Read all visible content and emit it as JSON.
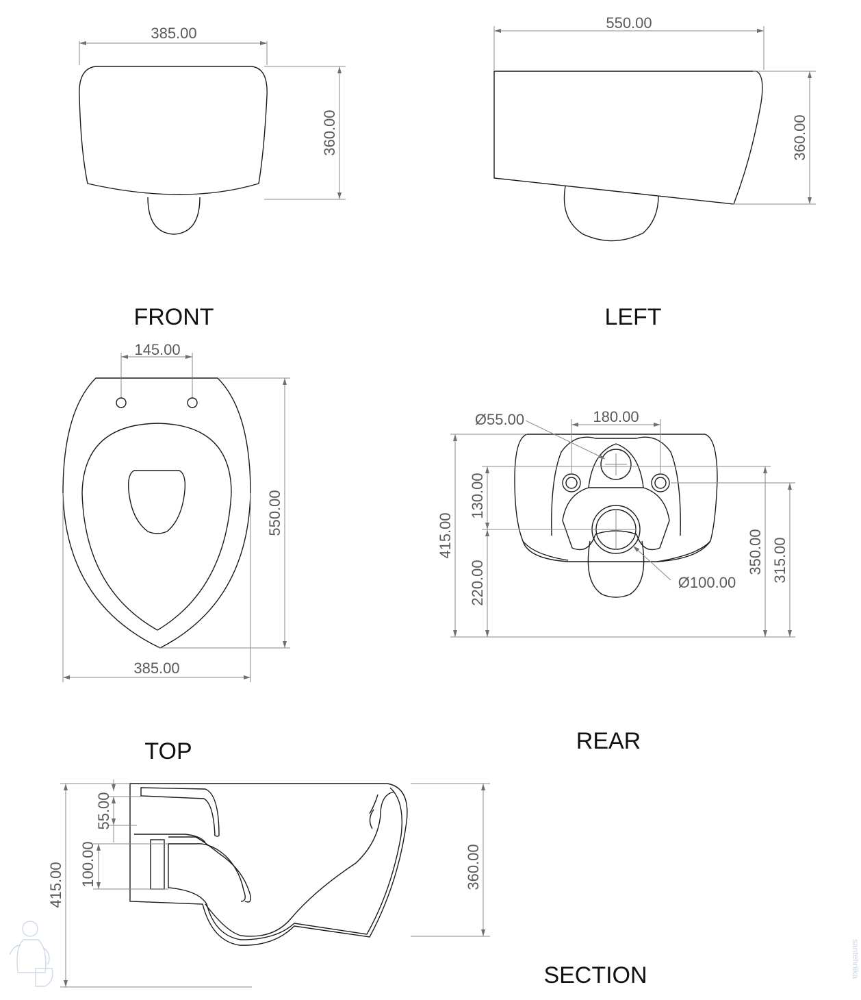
{
  "views": {
    "front": "FRONT",
    "left": "LEFT",
    "top": "TOP",
    "rear": "REAR",
    "section": "SECTION"
  },
  "dimensions": {
    "front_width": "385.00",
    "front_height": "360.00",
    "left_length": "550.00",
    "left_height": "360.00",
    "top_hole_spacing": "145.00",
    "top_length": "550.00",
    "top_width": "385.00",
    "rear_inlet_diameter": "Ø55.00",
    "rear_bolt_spacing": "180.00",
    "rear_inlet_to_outlet": "130.00",
    "rear_total_height": "415.00",
    "rear_outlet_height": "220.00",
    "rear_right_350": "350.00",
    "rear_right_315": "315.00",
    "rear_outlet_diameter": "Ø100.00",
    "section_inlet": "55.00",
    "section_outlet": "100.00",
    "section_total": "415.00",
    "section_height": "360.00"
  },
  "watermark": "santehnika",
  "colors": {
    "outline": "#1a1a1a",
    "dimension": "#8a8a8a",
    "dim_text": "#5a5a5a"
  }
}
